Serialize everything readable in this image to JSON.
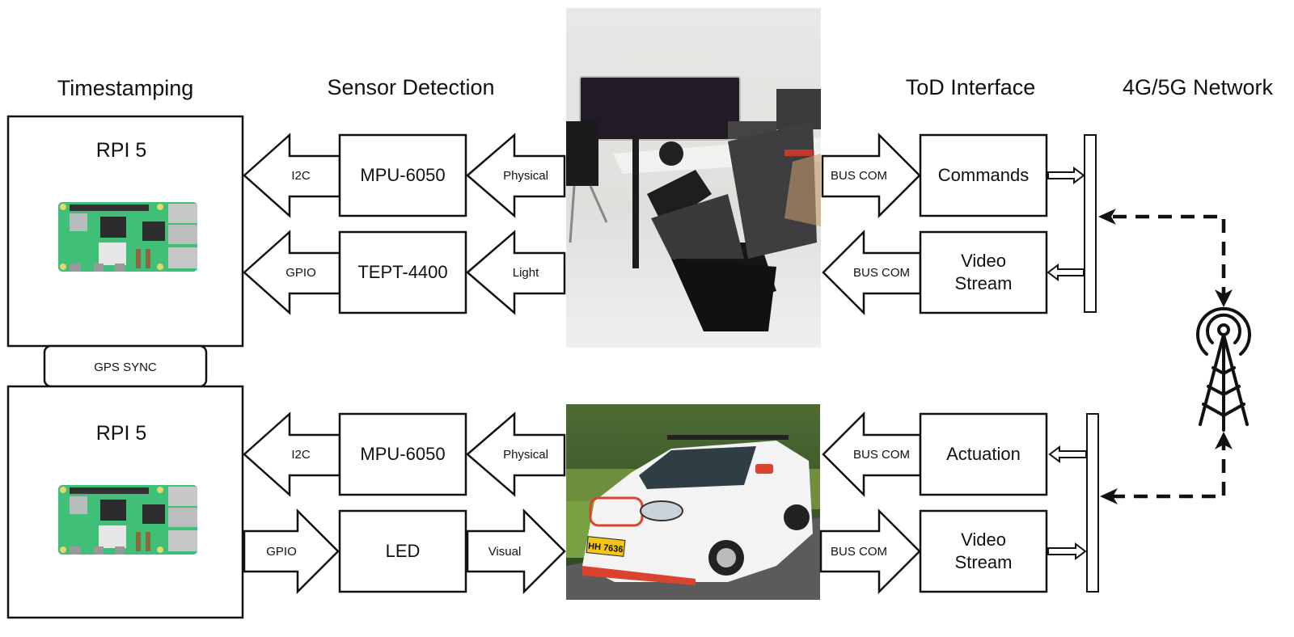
{
  "headers": {
    "timestamping": "Timestamping",
    "sensor_detection": "Sensor Detection",
    "tod_interface": "ToD Interface",
    "network": "4G/5G Network"
  },
  "rpi_top": {
    "label": "RPI 5",
    "image": "raspberry-pi-5-board"
  },
  "rpi_bottom": {
    "label": "RPI 5",
    "image": "raspberry-pi-5-board"
  },
  "gps_sync": "GPS SYNC",
  "top_row": {
    "sensor1": {
      "label": "MPU-6050",
      "left_arrow": "I2C",
      "right_arrow": "Physical"
    },
    "sensor2": {
      "label": "TEPT-4400",
      "left_arrow": "GPIO",
      "right_arrow": "Light"
    },
    "photo": "driving-simulator-station",
    "commands": {
      "label": "Commands",
      "arrow": "BUS COM"
    },
    "video": {
      "label_line1": "Video",
      "label_line2": "Stream",
      "arrow": "BUS COM"
    }
  },
  "bottom_row": {
    "sensor1": {
      "label": "MPU-6050",
      "left_arrow": "I2C",
      "right_arrow": "Physical"
    },
    "led": {
      "label": "LED",
      "left_arrow": "GPIO",
      "right_arrow": "Visual"
    },
    "photo": "autonomous-test-vehicle",
    "license_plate": "HH 7636",
    "actuation": {
      "label": "Actuation",
      "arrow": "BUS COM"
    },
    "video": {
      "label_line1": "Video",
      "label_line2": "Stream",
      "arrow": "BUS COM"
    }
  },
  "network_icon": "cell-tower-icon"
}
